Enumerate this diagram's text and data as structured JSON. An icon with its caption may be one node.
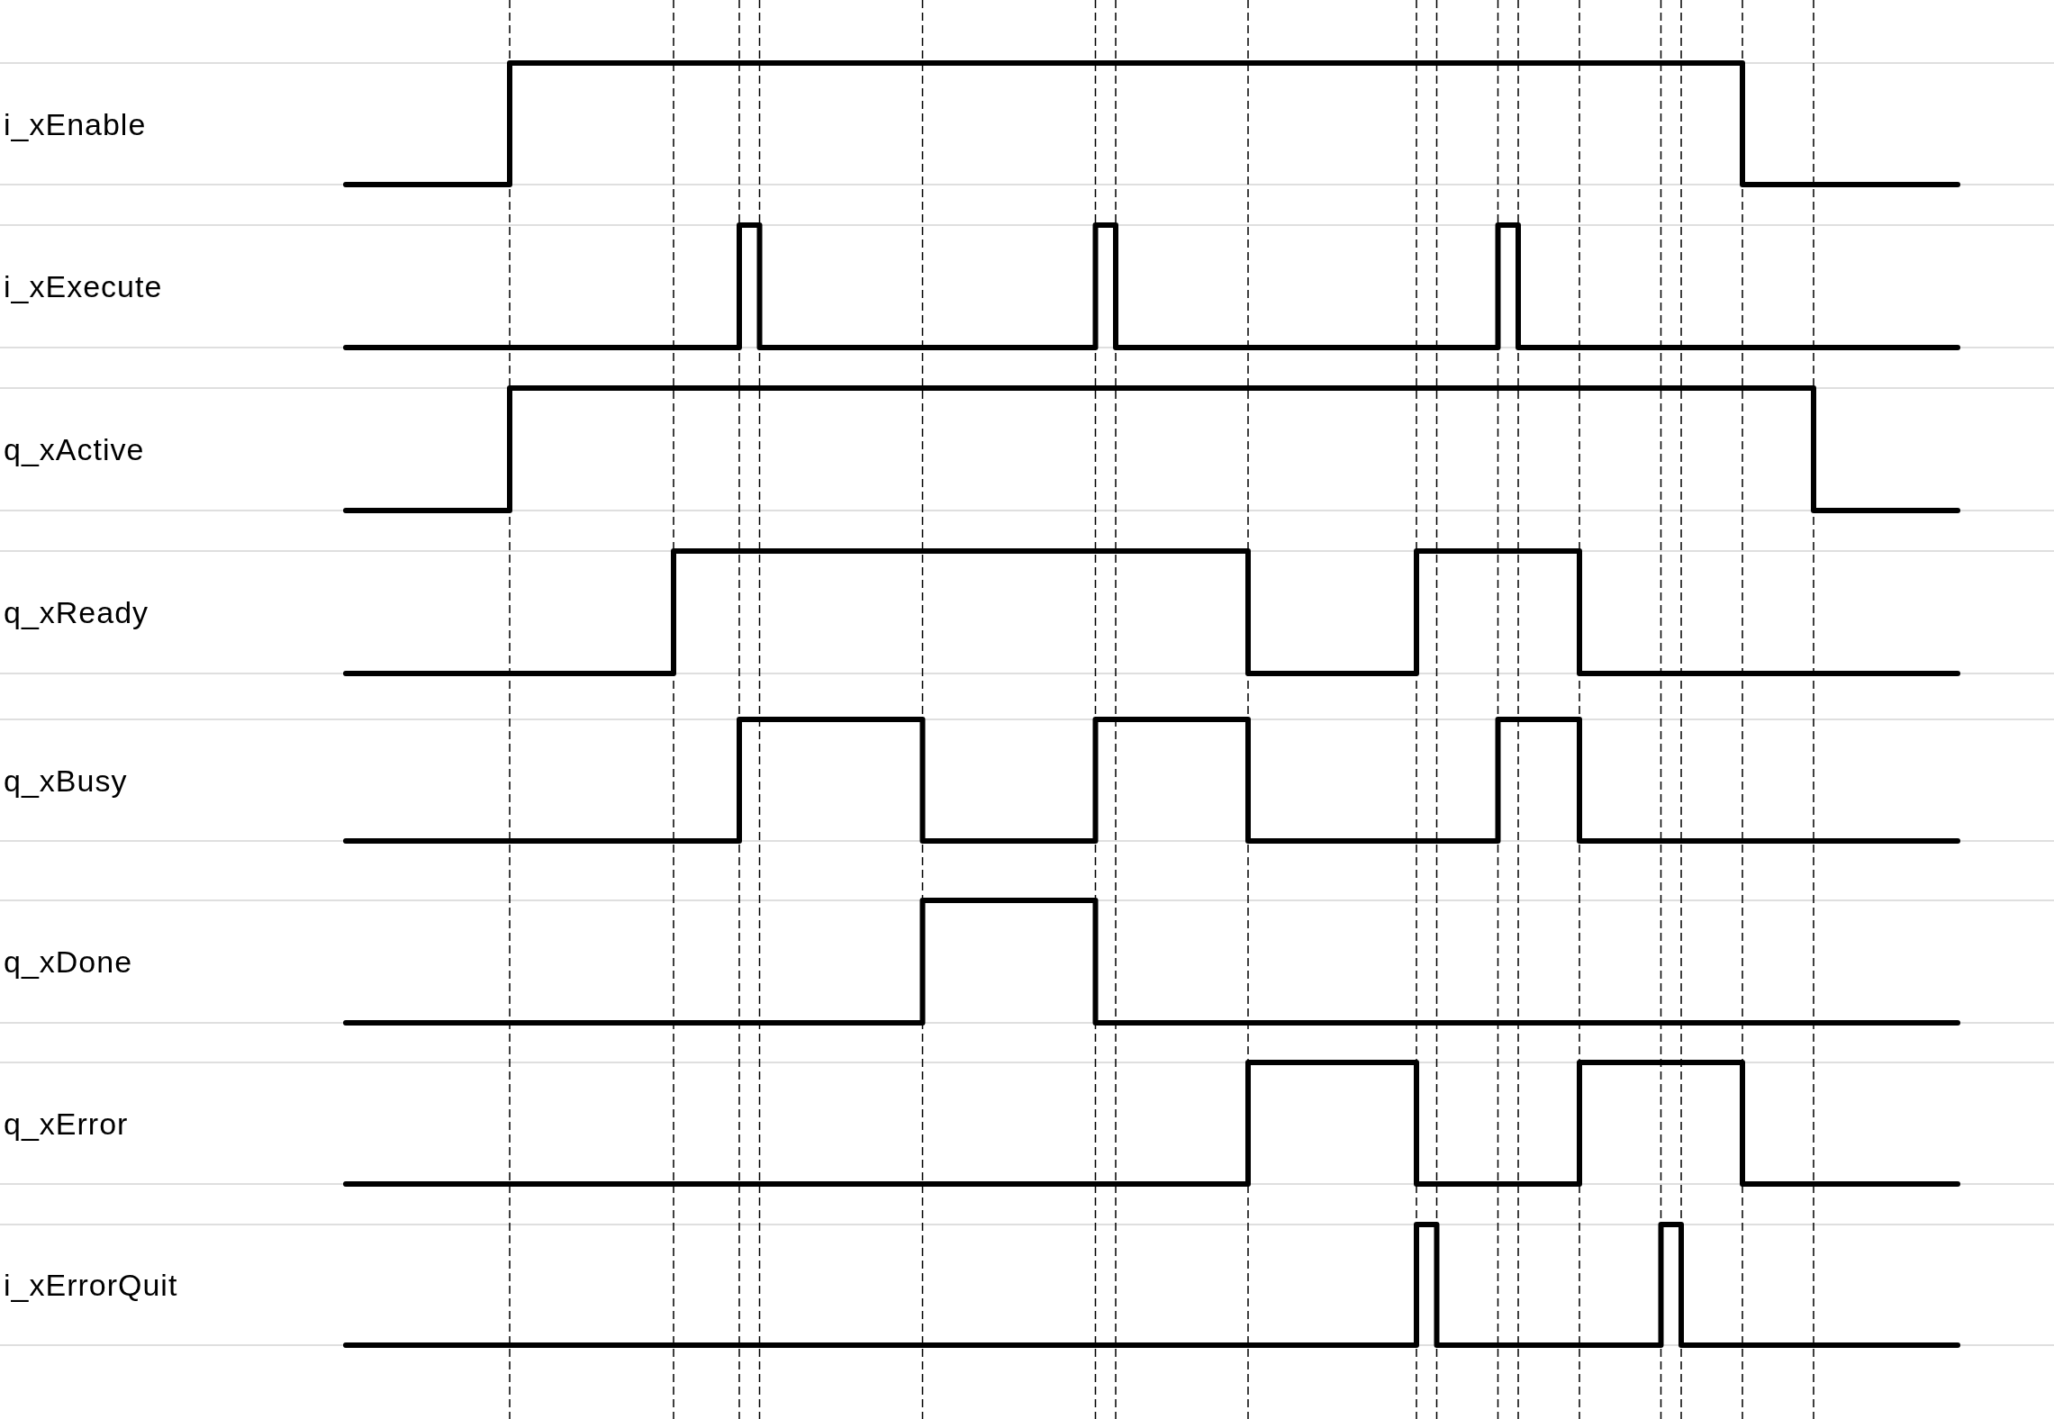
{
  "diagram": {
    "labels": [
      "i_xEnable",
      "i_xExecute",
      "q_xActive",
      "q_xReady",
      "q_xBusy",
      "q_xDone",
      "q_xError",
      "i_xErrorQuit"
    ]
  }
}
